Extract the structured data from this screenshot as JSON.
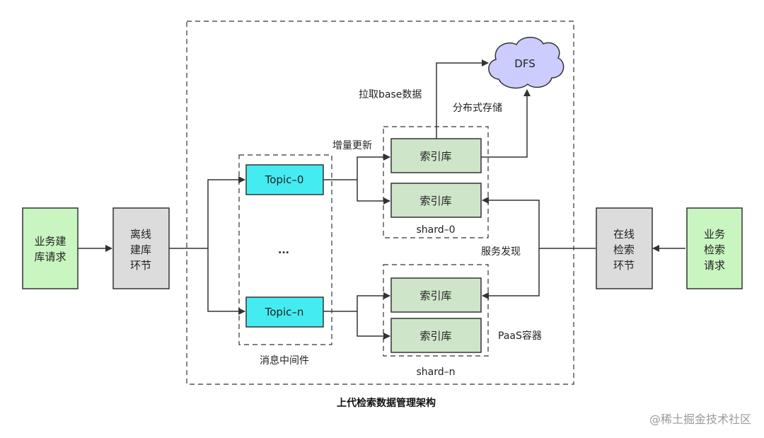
{
  "title": "上代检索数据管理架构",
  "watermark": "@稀土掘金技术社区",
  "colors": {
    "request_fill": "#c8f5c0",
    "stage_fill": "#dcdcdc",
    "topic_fill": "#44ecf2",
    "index_fill": "#cfe5c9",
    "cloud_fill": "#ccccff",
    "stroke": "#333333"
  },
  "left_request": {
    "lines": [
      "业务建",
      "库请求"
    ]
  },
  "offline_stage": {
    "lines": [
      "离线",
      "建库",
      "环节"
    ]
  },
  "topics": {
    "first": "Topic–0",
    "last": "Topic–n",
    "ellipsis": "..."
  },
  "middleware_label": "消息中间件",
  "incremental_label": "增量更新",
  "pull_label": "拉取base数据",
  "dfs": {
    "label": "DFS",
    "caption": "分布式存储"
  },
  "index_label": "索引库",
  "shards": [
    {
      "label": "shard–0"
    },
    {
      "label": "shard–n"
    }
  ],
  "paas_label": "PaaS容器",
  "service_discovery_label": "服务发现",
  "online_stage": {
    "lines": [
      "在线",
      "检索",
      "环节"
    ]
  },
  "right_request": {
    "lines": [
      "业务",
      "检索",
      "请求"
    ]
  }
}
